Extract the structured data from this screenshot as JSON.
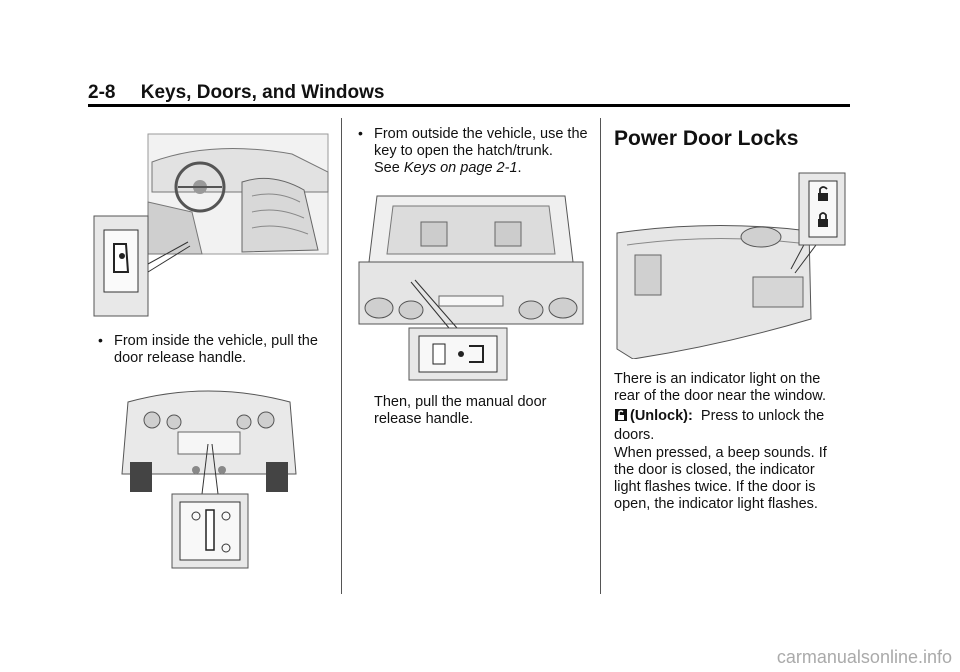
{
  "header": {
    "page_number": "2-8",
    "section_title": "Keys, Doors, and Windows"
  },
  "col1": {
    "bullet_symbol": "•",
    "step_text": "From inside the vehicle, pull the door release handle."
  },
  "col2": {
    "bullet_symbol": "•",
    "step_line1": "From outside the vehicle, use the key to open the hatch/trunk.",
    "see_prefix": "See ",
    "see_ref": "Keys on page 2-1",
    "see_suffix": ".",
    "then_text": "Then, pull the manual door release handle."
  },
  "col3": {
    "title": "Power Door Locks",
    "p1": "There is an indicator light on the rear of the door near the window.",
    "unlock_label": "(Unlock):",
    "unlock_text": "Press to unlock the doors.",
    "p3": "When pressed, a beep sounds. If the door is closed, the indicator light flashes twice. If the door is open, the indicator light flashes."
  },
  "footer": {
    "watermark": "carmanualsonline.info"
  },
  "icons": {
    "unlock": "unlock-icon",
    "lock": "lock-icon",
    "door_release_switch": "door-release-switch-icon"
  }
}
